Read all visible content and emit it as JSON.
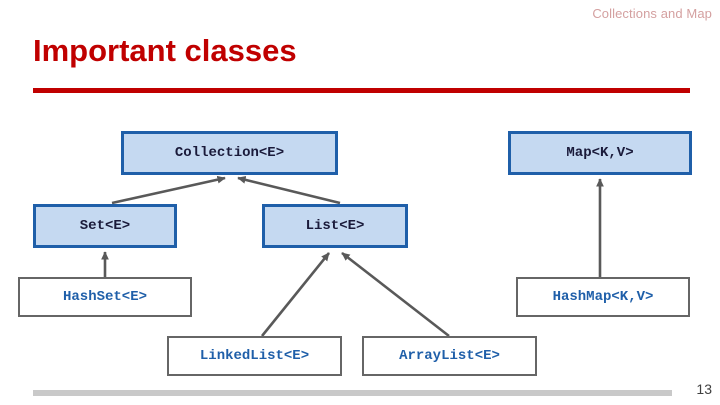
{
  "header": {
    "section_label": "Collections and Map",
    "title": "Important classes",
    "rule_color": "#c00000",
    "section_label_color": "#d4a0a0"
  },
  "diagram": {
    "type": "class-hierarchy",
    "interface_style": {
      "fill": "#c5d9f1",
      "border": "#1f5fa9",
      "text": "#1a1a3a"
    },
    "implementation_style": {
      "fill": "#ffffff",
      "border": "#666666",
      "text": "#1f5fa9"
    },
    "connector_color": "#595959",
    "nodes": [
      {
        "id": "collection",
        "label": "Collection<E>",
        "kind": "interface"
      },
      {
        "id": "map",
        "label": "Map<K,V>",
        "kind": "interface"
      },
      {
        "id": "set",
        "label": "Set<E>",
        "kind": "interface"
      },
      {
        "id": "list",
        "label": "List<E>",
        "kind": "interface"
      },
      {
        "id": "hashset",
        "label": "HashSet<E>",
        "kind": "implementation"
      },
      {
        "id": "hashmap",
        "label": "HashMap<K,V>",
        "kind": "implementation"
      },
      {
        "id": "linkedlist",
        "label": "LinkedList<E>",
        "kind": "implementation"
      },
      {
        "id": "arraylist",
        "label": "ArrayList<E>",
        "kind": "implementation"
      }
    ],
    "edges": [
      {
        "from": "set",
        "to": "collection"
      },
      {
        "from": "list",
        "to": "collection"
      },
      {
        "from": "hashset",
        "to": "set"
      },
      {
        "from": "linkedlist",
        "to": "list"
      },
      {
        "from": "arraylist",
        "to": "list"
      },
      {
        "from": "hashmap",
        "to": "map"
      }
    ]
  },
  "footer": {
    "page_number": "13"
  }
}
